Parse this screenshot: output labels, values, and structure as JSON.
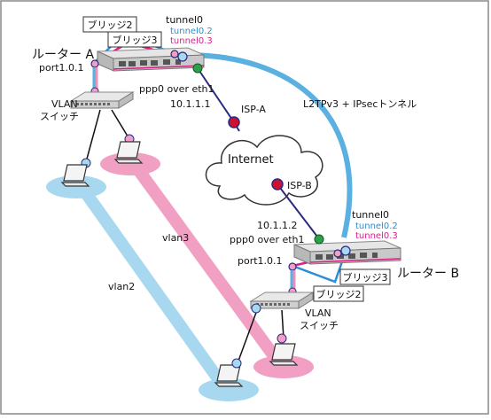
{
  "router_a": {
    "name": "ルーター A",
    "port": "port1.0.1",
    "ppp": "ppp0 over eth1",
    "ip": "10.1.1.1",
    "tunnel0": "tunnel0",
    "tunnel2": "tunnel0.2",
    "tunnel3": "tunnel0.3",
    "bridge2": "ブリッジ2",
    "bridge3": "ブリッジ3"
  },
  "router_b": {
    "name": "ルーター B",
    "port": "port1.0.1",
    "ppp": "ppp0 over eth1",
    "ip": "10.1.1.2",
    "tunnel0": "tunnel0",
    "tunnel2": "tunnel0.2",
    "tunnel3": "tunnel0.3",
    "bridge2": "ブリッジ2",
    "bridge3": "ブリッジ3"
  },
  "switch_a": {
    "line1": "VLAN",
    "line2": "スイッチ"
  },
  "switch_b": {
    "line1": "VLAN",
    "line2": "スイッチ"
  },
  "internet": {
    "label": "Internet",
    "isp_a": "ISP-A",
    "isp_b": "ISP-B"
  },
  "tunnel_label": "L2TPv3 + IPsecトンネル",
  "vlan2": "vlan2",
  "vlan3": "vlan3",
  "colors": {
    "blue": "#5ab0e0",
    "pink": "#ef8fb8",
    "navy": "#2a2a80",
    "accent_red": "#d81f86",
    "accent_blue": "#2a8ed6"
  }
}
